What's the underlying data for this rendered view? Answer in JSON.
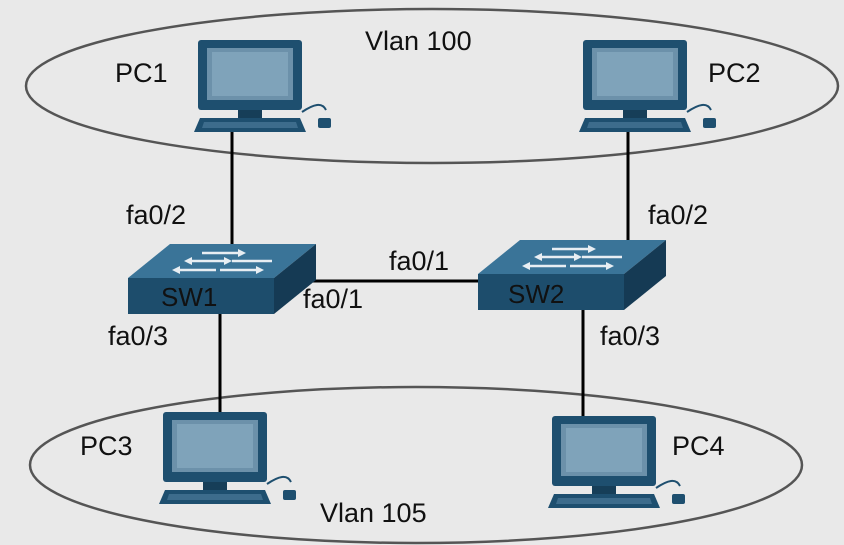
{
  "vlans": {
    "top": "Vlan 100",
    "bottom": "Vlan 105"
  },
  "pcs": {
    "pc1": "PC1",
    "pc2": "PC2",
    "pc3": "PC3",
    "pc4": "PC4"
  },
  "switches": {
    "sw1": "SW1",
    "sw2": "SW2"
  },
  "ports": {
    "sw1_to_pc1": "fa0/2",
    "sw2_to_pc2": "fa0/2",
    "sw1_to_pc3": "fa0/3",
    "sw2_to_pc4": "fa0/3",
    "sw1_trunk": "fa0/1",
    "sw2_trunk": "fa0/1"
  },
  "colors": {
    "background": "#e9e9e9",
    "switch_front": "#1d4d6c",
    "switch_top": "#3a7498",
    "switch_side": "#153a54",
    "pc_body": "#1e4f6f",
    "pc_screen": "#6c91aa",
    "line": "#000000"
  }
}
